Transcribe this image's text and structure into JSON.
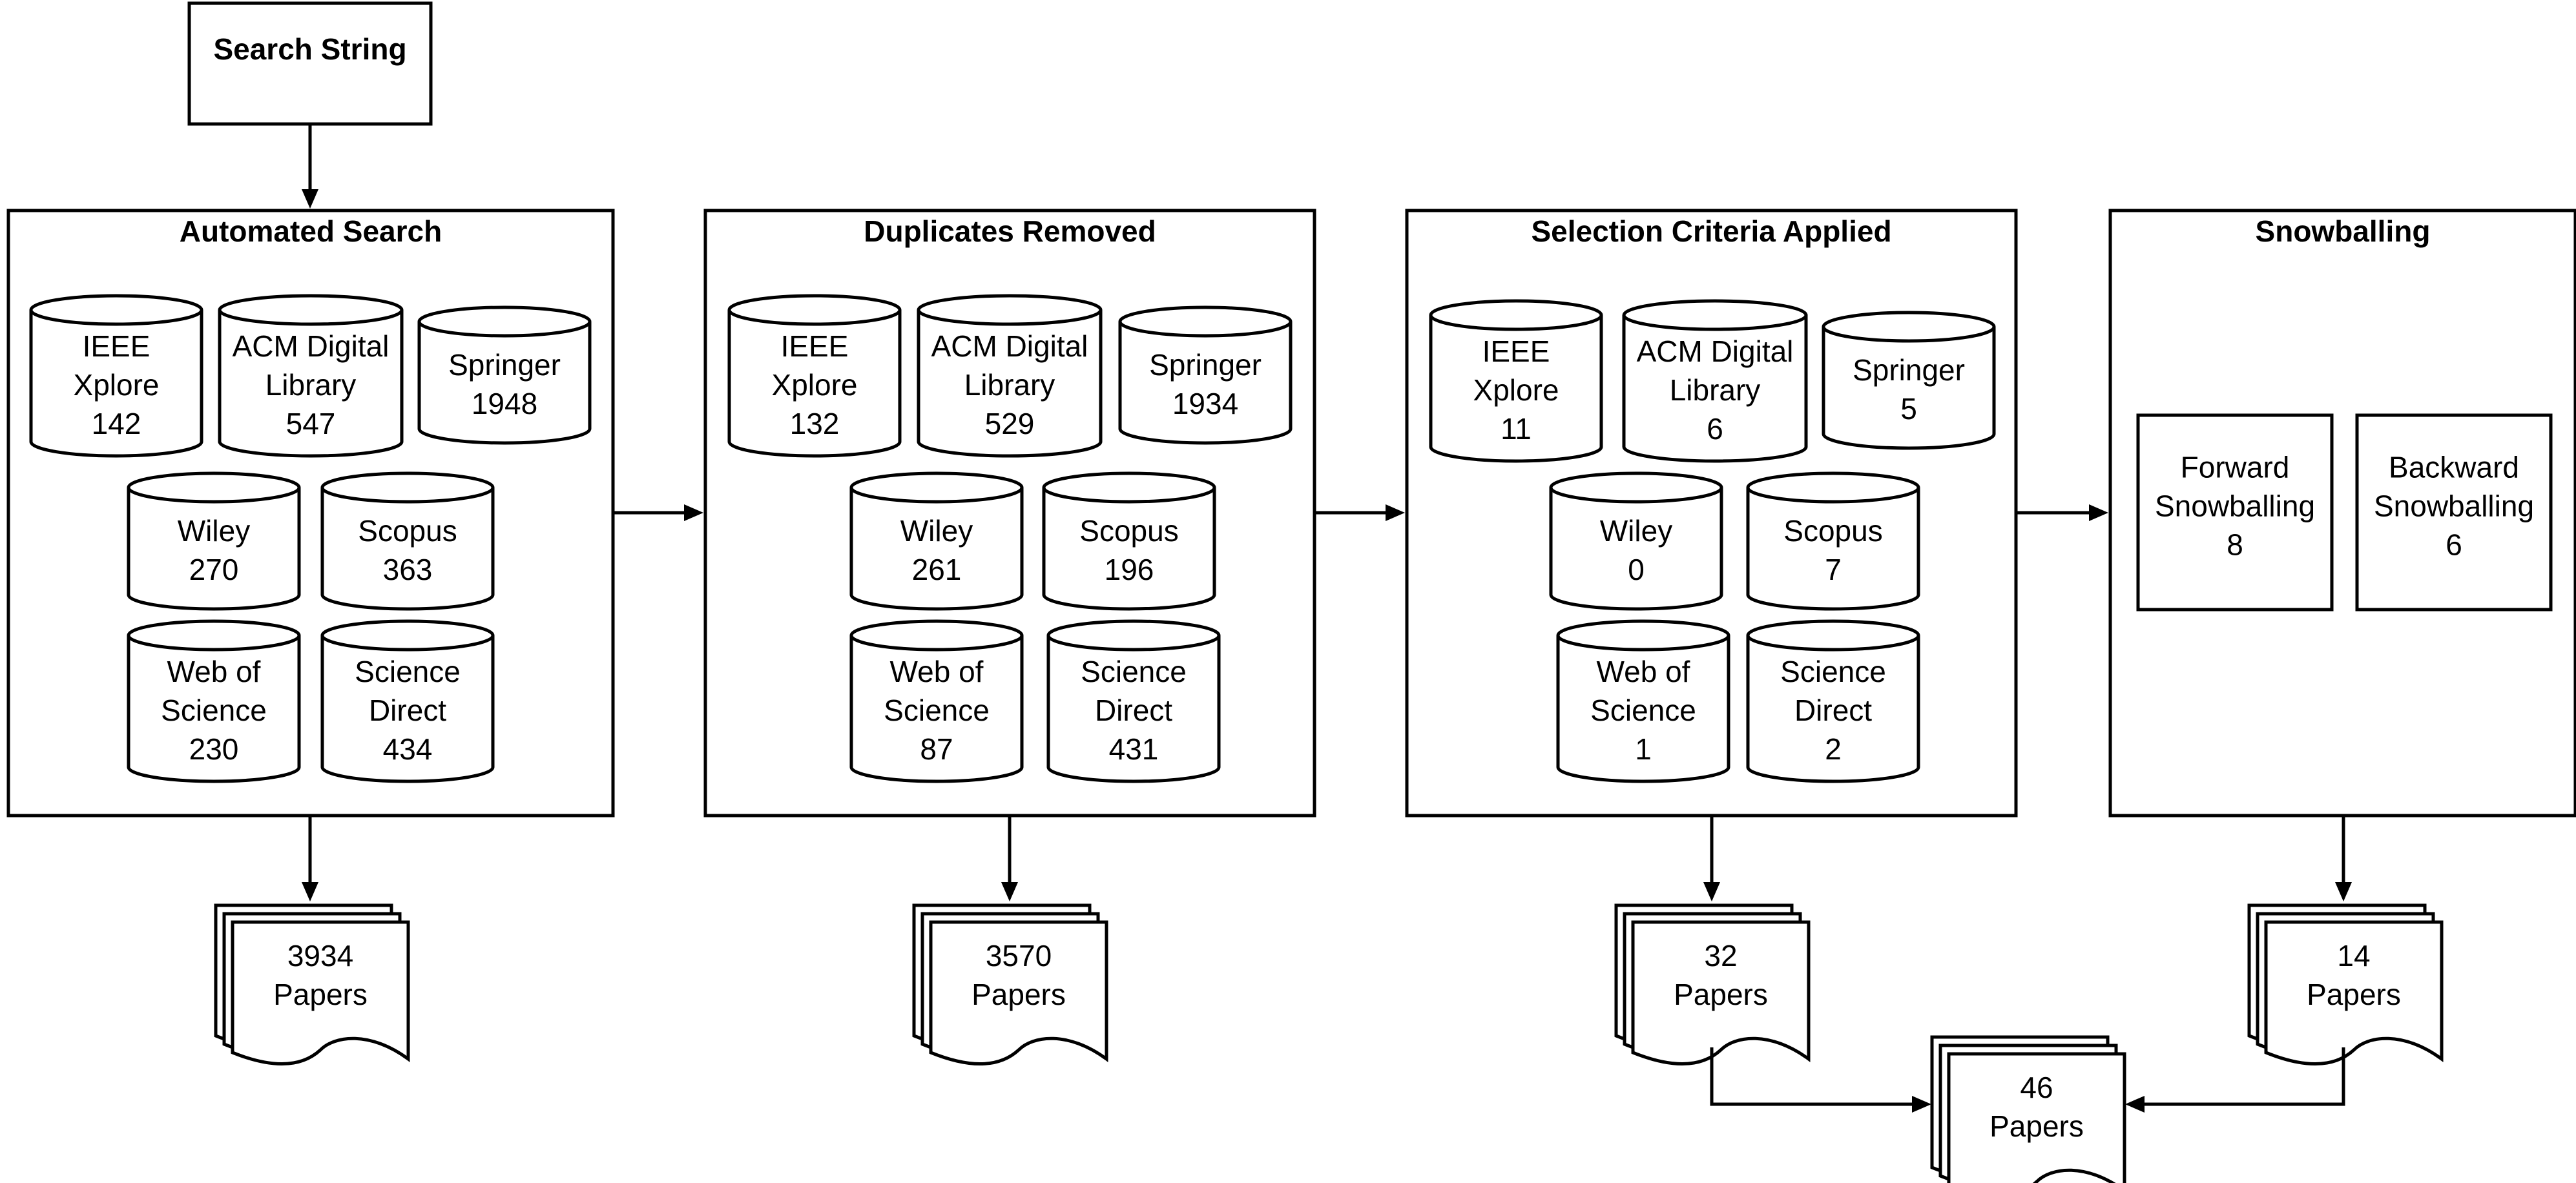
{
  "search_string": "Search String",
  "stages": [
    {
      "title": "Automated Search",
      "sources": [
        {
          "name": [
            "IEEE",
            "Xplore"
          ],
          "count": "142"
        },
        {
          "name": [
            "ACM Digital",
            "Library"
          ],
          "count": "547"
        },
        {
          "name": [
            "Springer"
          ],
          "count": "1948"
        },
        {
          "name": [
            "Wiley"
          ],
          "count": "270"
        },
        {
          "name": [
            "Scopus"
          ],
          "count": "363"
        },
        {
          "name": [
            "Web of",
            "Science"
          ],
          "count": "230"
        },
        {
          "name": [
            "Science",
            "Direct"
          ],
          "count": "434"
        }
      ],
      "result": {
        "count": "3934",
        "label": "Papers"
      }
    },
    {
      "title": "Duplicates Removed",
      "sources": [
        {
          "name": [
            "IEEE",
            "Xplore"
          ],
          "count": "132"
        },
        {
          "name": [
            "ACM Digital",
            "Library"
          ],
          "count": "529"
        },
        {
          "name": [
            "Springer"
          ],
          "count": "1934"
        },
        {
          "name": [
            "Wiley"
          ],
          "count": "261"
        },
        {
          "name": [
            "Scopus"
          ],
          "count": "196"
        },
        {
          "name": [
            "Web of",
            "Science"
          ],
          "count": "87"
        },
        {
          "name": [
            "Science",
            "Direct"
          ],
          "count": "431"
        }
      ],
      "result": {
        "count": "3570",
        "label": "Papers"
      }
    },
    {
      "title": "Selection Criteria Applied",
      "sources": [
        {
          "name": [
            "IEEE",
            "Xplore"
          ],
          "count": "11"
        },
        {
          "name": [
            "ACM Digital",
            "Library"
          ],
          "count": "6"
        },
        {
          "name": [
            "Springer"
          ],
          "count": "5"
        },
        {
          "name": [
            "Wiley"
          ],
          "count": "0"
        },
        {
          "name": [
            "Scopus"
          ],
          "count": "7"
        },
        {
          "name": [
            "Web of",
            "Science"
          ],
          "count": "1"
        },
        {
          "name": [
            "Science",
            "Direct"
          ],
          "count": "2"
        }
      ],
      "result": {
        "count": "32",
        "label": "Papers"
      }
    },
    {
      "title": "Snowballing",
      "methods": [
        {
          "name": [
            "Forward",
            "Snowballing"
          ],
          "count": "8"
        },
        {
          "name": [
            "Backward",
            "Snowballing"
          ],
          "count": "6"
        }
      ],
      "result": {
        "count": "14",
        "label": "Papers"
      }
    }
  ],
  "final_result": {
    "count": "46",
    "label": "Papers"
  }
}
